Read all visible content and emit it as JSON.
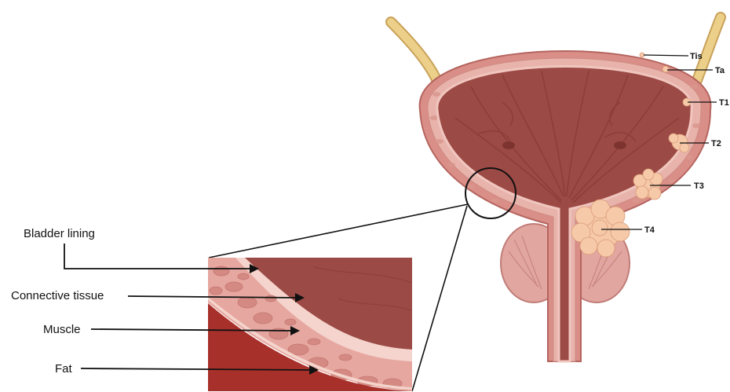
{
  "inset_labels": {
    "lining": "Bladder lining",
    "connective": "Connective tissue",
    "muscle": "Muscle",
    "fat": "Fat"
  },
  "stages": {
    "tis": "Tis",
    "ta": "Ta",
    "t1": "T1",
    "t2": "T2",
    "t3": "T3",
    "t4": "T4"
  },
  "colors": {
    "lumen": "#9c4a45",
    "wall": "#e6a7a0",
    "fat": "#a8302a",
    "tumor": "#f6c9a8",
    "ureter": "#ecd08a"
  }
}
